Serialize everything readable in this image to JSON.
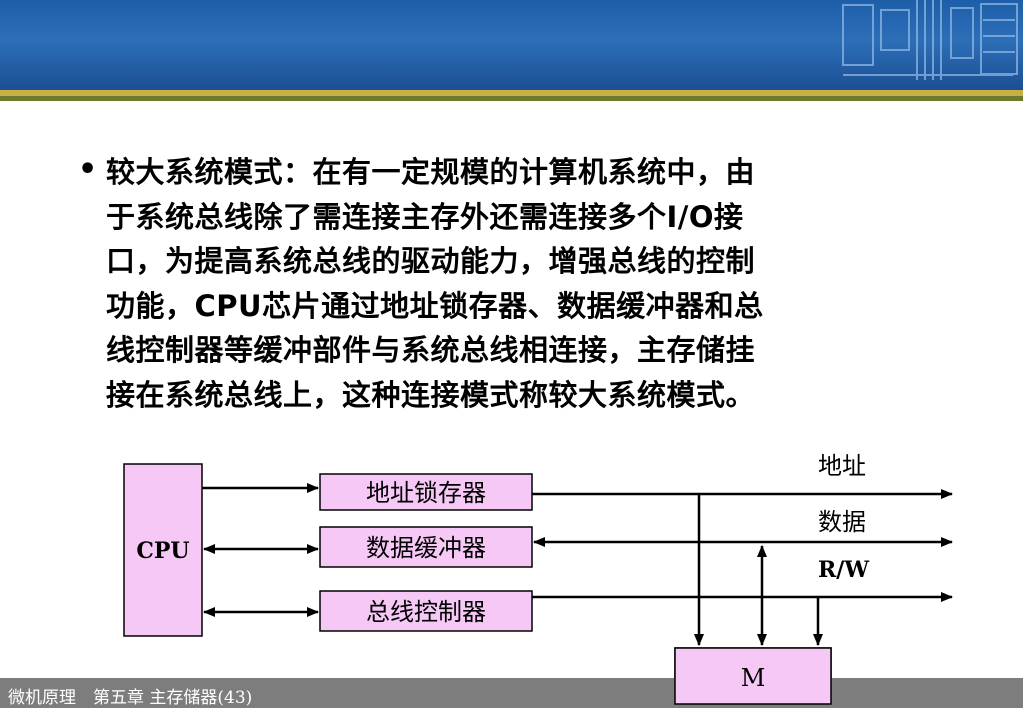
{
  "paragraph": {
    "lines": [
      "较大系统模式：在有一定规模的计算机系统中，由",
      "于系统总线除了需连接主存外还需连接多个I/O接",
      "口，为提高系统总线的驱动能力，增强总线的控制",
      "功能，CPU芯片通过地址锁存器、数据缓冲器和总",
      "线控制器等缓冲部件与系统总线相连接，主存储挂",
      "接在系统总线上，这种连接模式称较大系统模式。"
    ]
  },
  "diagram": {
    "cpu_label": "CPU",
    "address_latch_label": "地址锁存器",
    "data_buffer_label": "数据缓冲器",
    "bus_controller_label": "总线控制器",
    "memory_label": "M",
    "address_bus_label": "地址",
    "data_bus_label": "数据",
    "rw_label": "R/W",
    "box_fill": "#f5c8f5"
  },
  "footer": {
    "text": "微机原理　第五章 主存储器(43)"
  },
  "colors": {
    "header_blue": "#1d5ea8",
    "stripe_gold": "#c8b043",
    "stripe_olive": "#6b7a2e",
    "footer_gray": "#7d7d7d"
  }
}
